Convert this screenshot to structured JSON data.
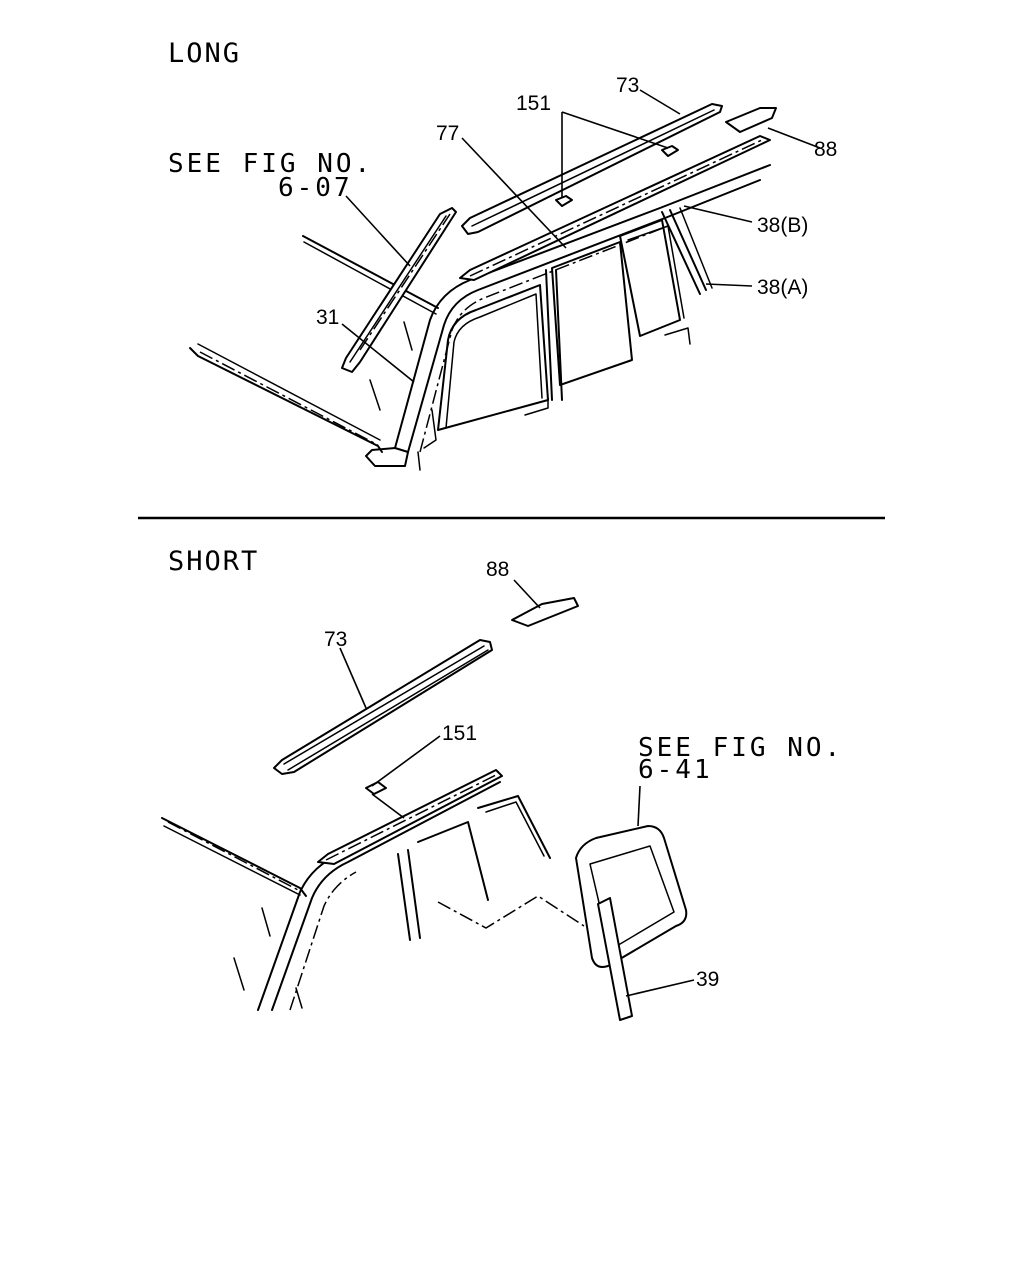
{
  "sections": {
    "long": {
      "title": "LONG",
      "see_fig_line1": "SEE FIG NO.",
      "see_fig_line2": "6-07",
      "callouts": {
        "c73": "73",
        "c151": "151",
        "c77": "77",
        "c88": "88",
        "c38b": "38(B)",
        "c38a": "38(A)",
        "c31": "31"
      }
    },
    "short": {
      "title": "SHORT",
      "see_fig_line1": "SEE FIG NO.",
      "see_fig_line2": "6-41",
      "callouts": {
        "c88": "88",
        "c73": "73",
        "c151": "151",
        "c39": "39"
      }
    }
  }
}
